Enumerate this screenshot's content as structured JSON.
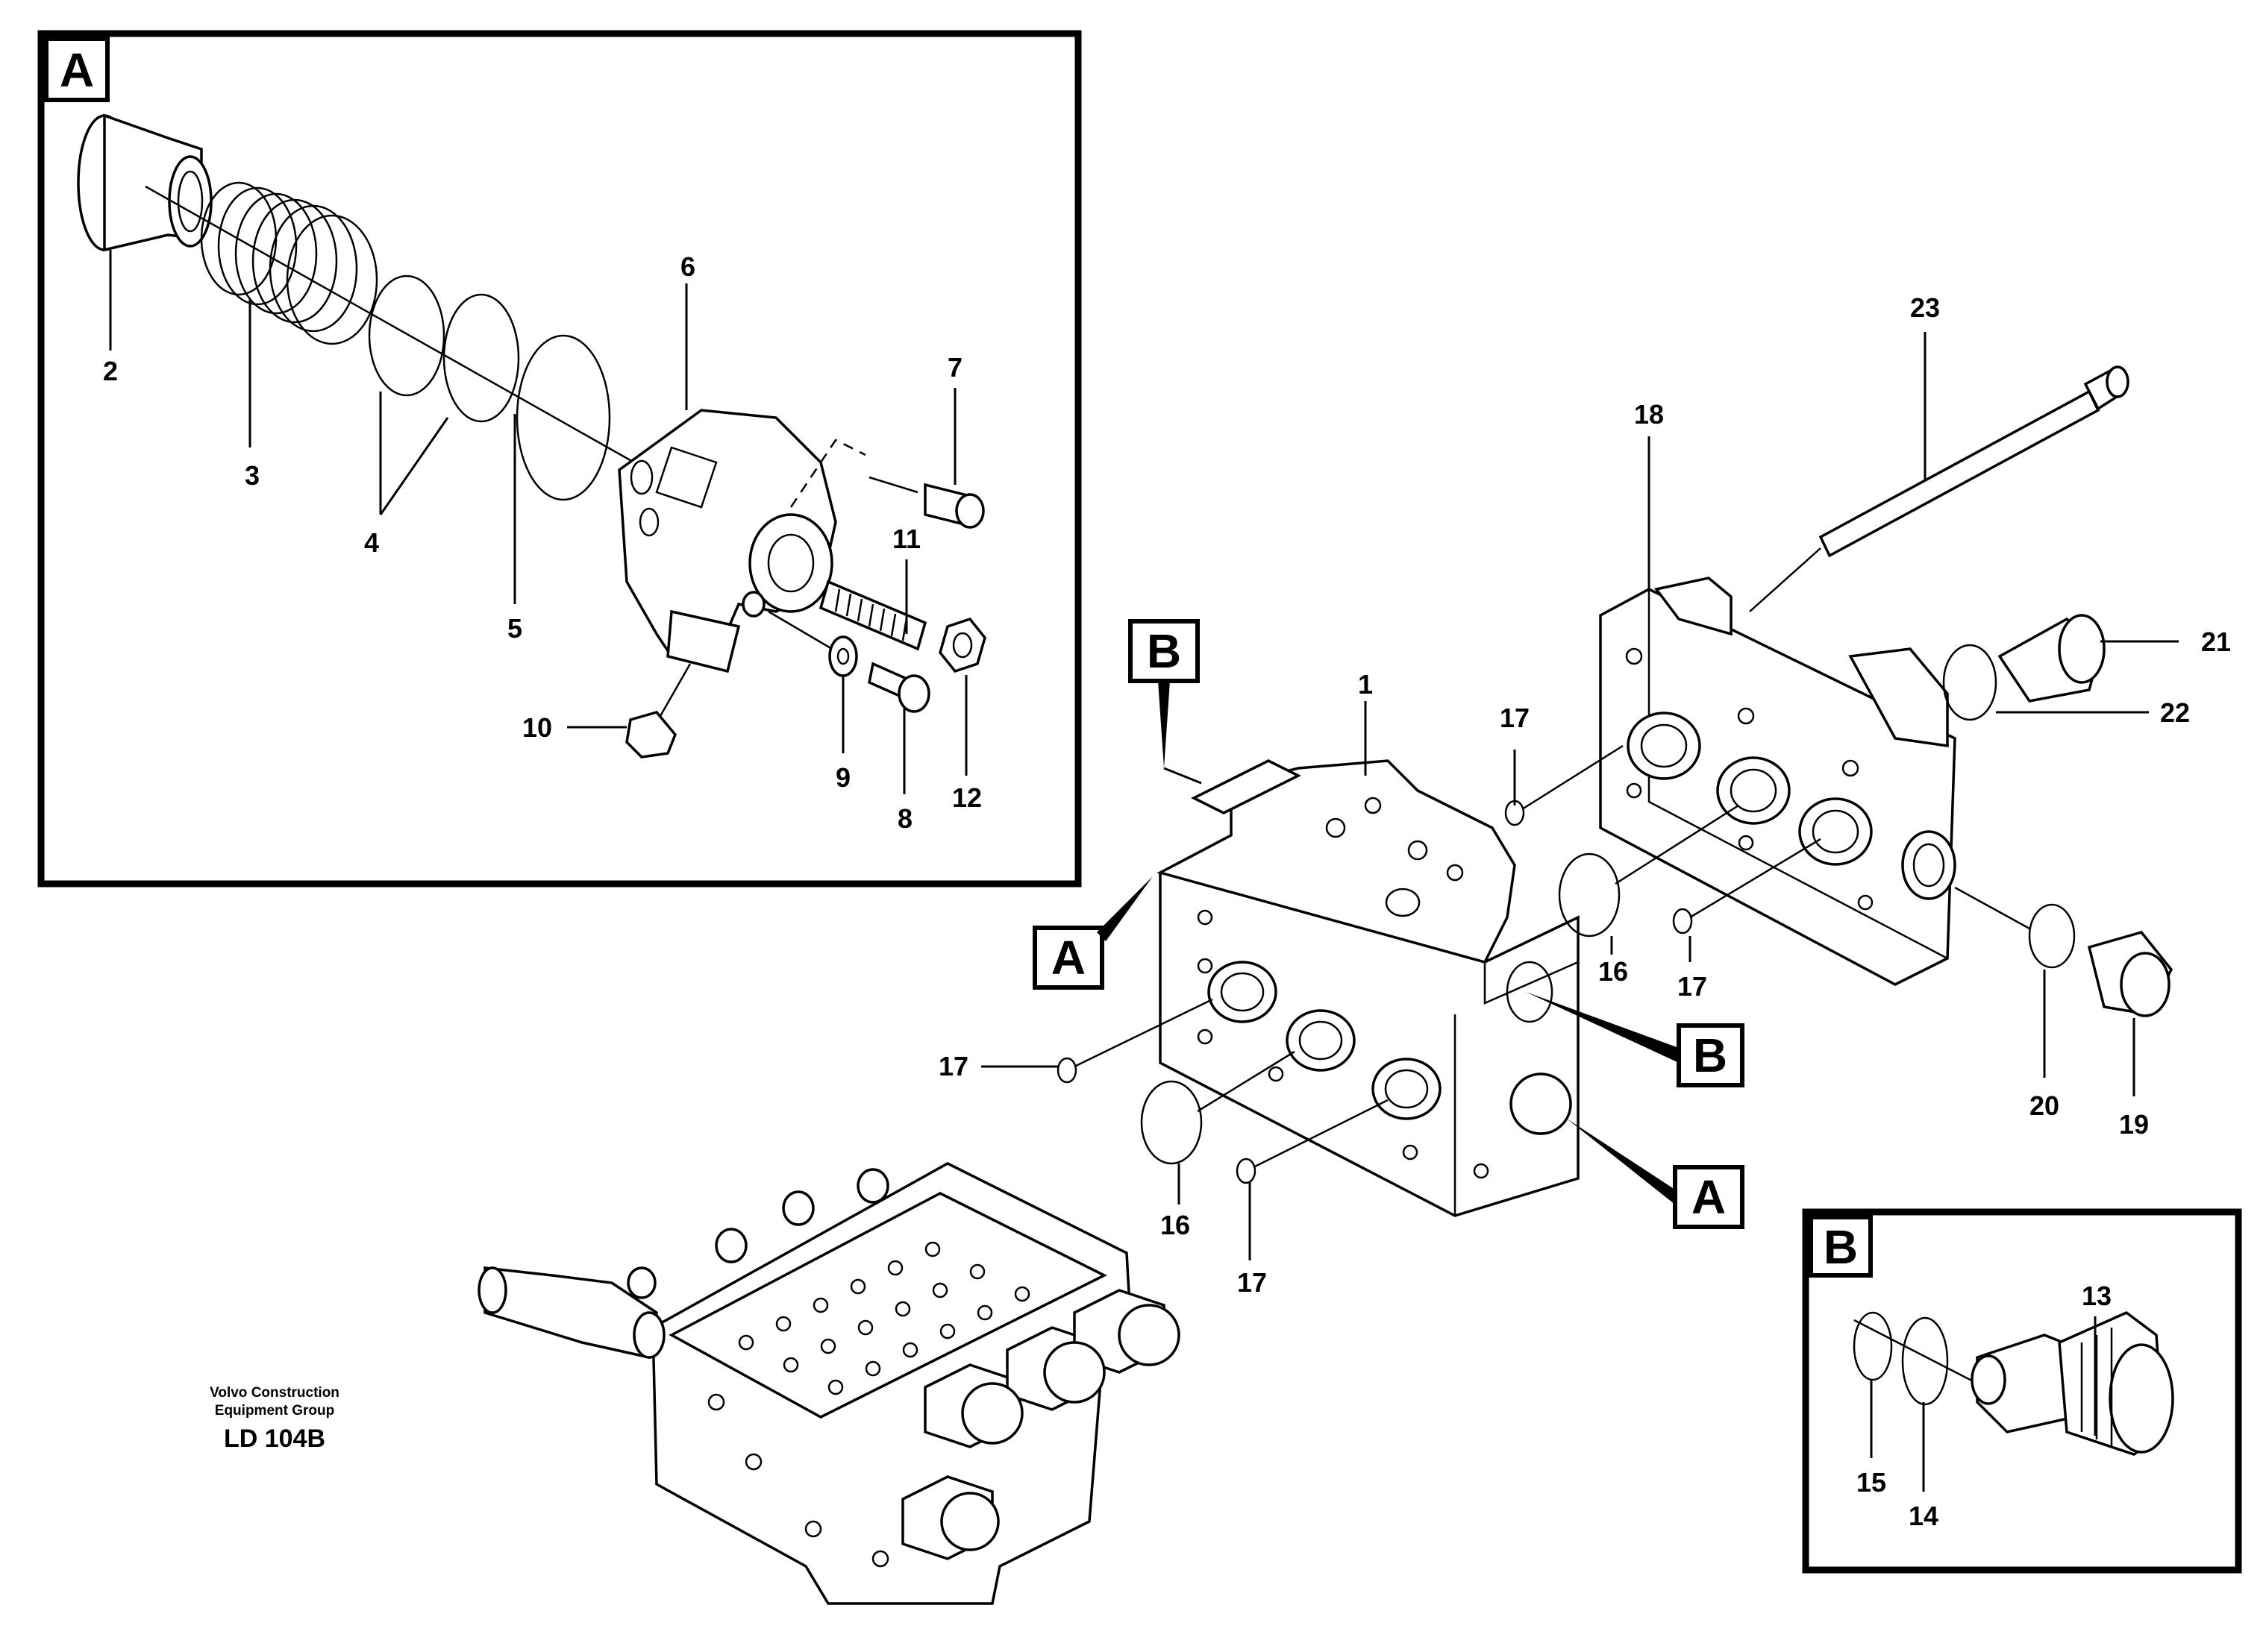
{
  "detail_a": {
    "title": "A",
    "labels": {
      "p2": "2",
      "p3": "3",
      "p4": "4",
      "p5": "5",
      "p6": "6",
      "p7": "7",
      "p8": "8",
      "p9": "9",
      "p10": "10",
      "p11": "11",
      "p12": "12"
    }
  },
  "detail_b": {
    "title": "B",
    "labels": {
      "p13": "13",
      "p14": "14",
      "p15": "15"
    }
  },
  "main": {
    "labels": {
      "p1": "1",
      "p16a": "16",
      "p16b": "16",
      "p17a": "17",
      "p17b": "17",
      "p17c": "17",
      "p17d": "17",
      "p18": "18",
      "p19": "19",
      "p20": "20",
      "p21": "21",
      "p22": "22",
      "p23": "23"
    },
    "callouts": {
      "b_top": "B",
      "a_left": "A",
      "b_right": "B",
      "a_right": "A"
    }
  },
  "footer": {
    "company_line1": "Volvo Construction",
    "company_line2": "Equipment Group",
    "code": "LD 104B"
  }
}
